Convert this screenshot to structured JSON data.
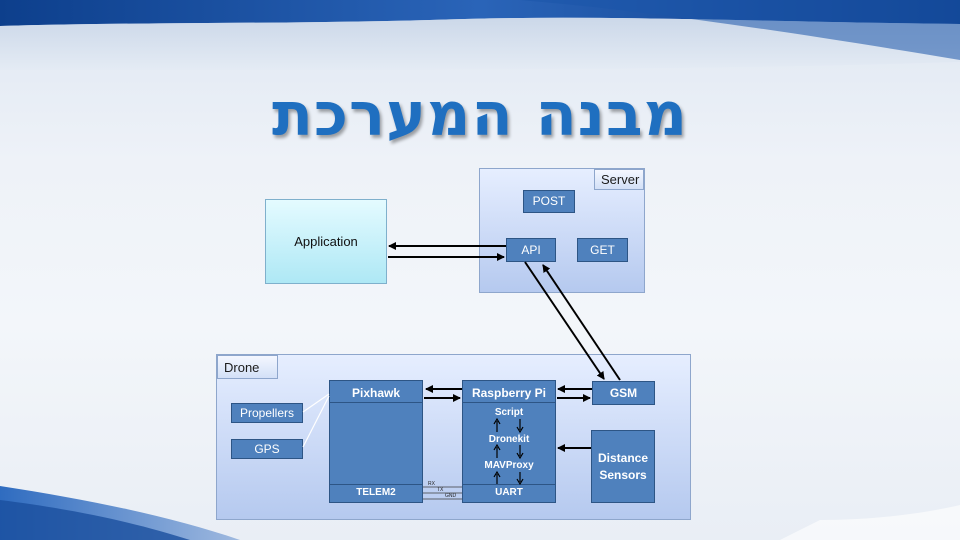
{
  "slide": {
    "title": "מבנה המערכת"
  },
  "diagram": {
    "server": {
      "label": "Server",
      "post": "POST",
      "api": "API",
      "get": "GET"
    },
    "application": "Application",
    "drone": {
      "label": "Drone",
      "propellers": "Propellers",
      "gps": "GPS",
      "pixhawk": "Pixhawk",
      "telem2": "TELEM2",
      "raspberry_pi": "Raspberry Pi",
      "script": "Script",
      "dronekit": "Dronekit",
      "mavproxy": "MAVProxy",
      "uart": "UART",
      "gsm": "GSM",
      "distance_sensors_line1": "Distance",
      "distance_sensors_line2": "Sensors",
      "pins": [
        "RX",
        "TX",
        "GND"
      ]
    }
  }
}
